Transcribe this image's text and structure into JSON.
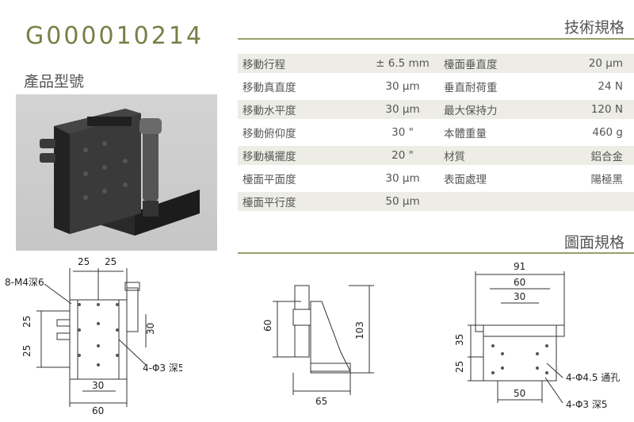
{
  "header": {
    "model_code": "G000010214",
    "model_label": "產品型號",
    "spec_title": "技術規格",
    "drawing_title": "圖面規格"
  },
  "specs": [
    {
      "label": "移動行程",
      "value": "± 6.5 mm",
      "label2": "檯面垂直度",
      "value2": "20 µm"
    },
    {
      "label": "移動真直度",
      "value": "30 µm",
      "label2": "垂直耐荷重",
      "value2": "24 N"
    },
    {
      "label": "移動水平度",
      "value": "30 µm",
      "label2": "最大保持力",
      "value2": "120 N"
    },
    {
      "label": "移動俯仰度",
      "value": "30 \"",
      "label2": "本體重量",
      "value2": "460 g"
    },
    {
      "label": "移動橫擺度",
      "value": "20 \"",
      "label2": "材質",
      "value2": "鋁合金"
    },
    {
      "label": "檯面平面度",
      "value": "30 µm",
      "label2": "表面處理",
      "value2": "陽極黑"
    },
    {
      "label": "檯面平行度",
      "value": "50 µm",
      "label2": "",
      "value2": ""
    }
  ],
  "drawing_front": {
    "dim_top_1": "25",
    "dim_top_2": "25",
    "hole_note": "8-M4深6",
    "dim_left_1": "25",
    "dim_left_2": "25",
    "dim_right": "30",
    "tap_note": "4-Φ3 深5",
    "dim_bottom_1": "30",
    "dim_bottom_2": "60"
  },
  "drawing_side": {
    "dim_height": "60",
    "dim_total": "103",
    "dim_depth": "65"
  },
  "drawing_bottom": {
    "dim_top_1": "91",
    "dim_top_2": "60",
    "dim_top_3": "30",
    "dim_left_1": "35",
    "dim_left_2": "25",
    "through_note": "4-Φ4.5 通孔",
    "tap_note": "4-Φ3 深5",
    "dim_bottom": "50"
  }
}
